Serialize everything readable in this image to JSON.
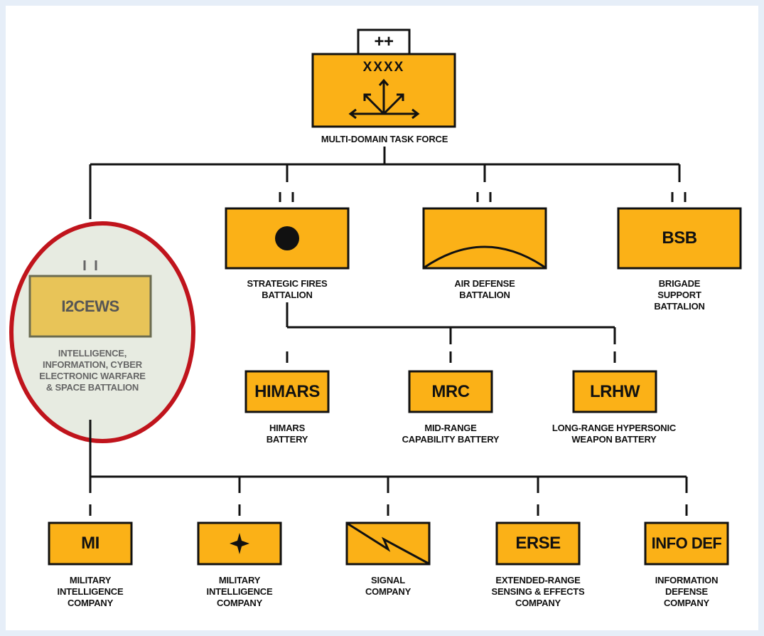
{
  "colors": {
    "unit_fill": "#fbb117",
    "faded_fill": "#e8c458",
    "stroke": "#111111",
    "highlight_ring": "#c0141c",
    "highlight_fill": "#e7ebe1"
  },
  "hq": {
    "echelon": "XXXX",
    "reinforced": "++",
    "label": "MULTI-DOMAIN TASK FORCE"
  },
  "battalions": {
    "echelon": "II",
    "i2cews": {
      "abbr": "I2CEWS",
      "label": "INTELLIGENCE,\nINFORMATION, CYBER\nELECTRONIC WARFARE\n& SPACE BATTALION"
    },
    "strategic_fires": {
      "label": "STRATEGIC FIRES\nBATTALION"
    },
    "air_defense": {
      "label": "AIR DEFENSE\nBATTALION"
    },
    "bsb": {
      "abbr": "BSB",
      "label": "BRIGADE SUPPORT\nBATTALION"
    }
  },
  "batteries": [
    {
      "abbr": "HIMARS",
      "label": "HIMARS\nBATTERY"
    },
    {
      "abbr": "MRC",
      "label": "MID-RANGE\nCAPABILITY BATTERY"
    },
    {
      "abbr": "LRHW",
      "label": "LONG-RANGE HYPERSONIC\nWEAPON BATTERY"
    }
  ],
  "companies": [
    {
      "abbr": "MI",
      "label": "MILITARY\nINTELLIGENCE\nCOMPANY"
    },
    {
      "abbr": "",
      "icon": "star-burst-icon",
      "label": "MILITARY\nINTELLIGENCE\nCOMPANY"
    },
    {
      "abbr": "",
      "icon": "lightning-icon",
      "label": "SIGNAL\nCOMPANY"
    },
    {
      "abbr": "ERSE",
      "label": "EXTENDED-RANGE\nSENSING & EFFECTS\nCOMPANY"
    },
    {
      "abbr": "INFO DEF",
      "label": "INFORMATION\nDEFENSE\nCOMPANY"
    }
  ]
}
